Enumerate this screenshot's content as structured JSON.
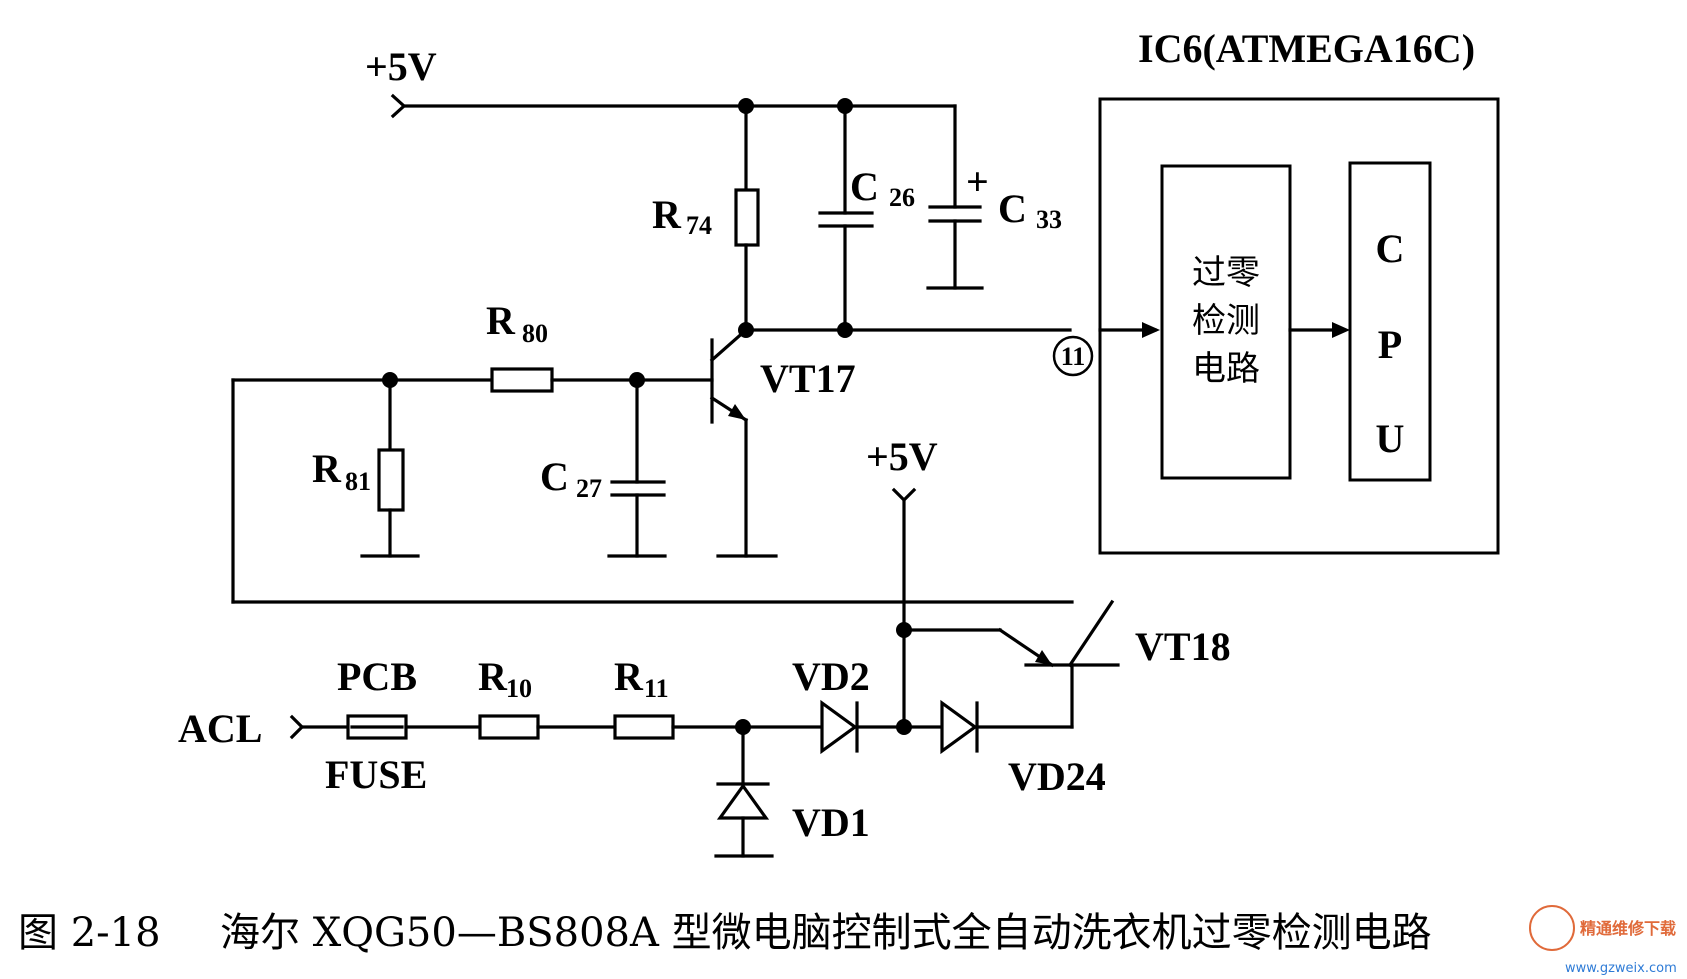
{
  "labels": {
    "vcc_top": "+5V",
    "vcc_mid": "+5V",
    "acl": "ACL",
    "r74": "R",
    "r74_sub": "74",
    "c26": "C",
    "c26_sub": "26",
    "c33": "C",
    "c33_sub": "33",
    "c33_plus": "+",
    "r80": "R",
    "r80_sub": "80",
    "r81": "R",
    "r81_sub": "81",
    "c27": "C",
    "c27_sub": "27",
    "r10": "R",
    "r10_sub": "10",
    "r11": "R",
    "r11_sub": "11",
    "vt17": "VT17",
    "vt18": "VT18",
    "vd1": "VD1",
    "vd2": "VD2",
    "vd24": "VD24",
    "pcb": "PCB",
    "fuse": "FUSE",
    "pin": "11"
  },
  "ic": {
    "title": "IC6(ATMEGA16C)",
    "zc_line1": "过零",
    "zc_line2": "检测",
    "zc_line3": "电路",
    "cpu_c": "C",
    "cpu_p": "P",
    "cpu_u": "U"
  },
  "caption": {
    "number": "图 2-18",
    "text": "海尔 XQG50—BS808A 型微电脑控制式全自动洗衣机过零检测电路"
  },
  "watermark": {
    "line1": "精通维修下载",
    "line2": "www.gzweix.com"
  }
}
